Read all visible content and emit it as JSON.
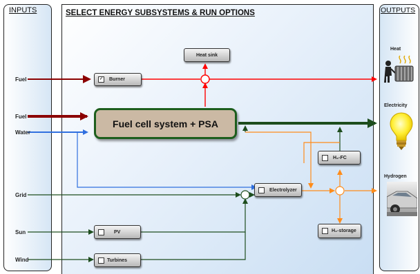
{
  "inputs": {
    "title": "INPUTS",
    "labels": [
      "Fuel",
      "Fuel",
      "Water",
      "Grid",
      "Sun",
      "Wind"
    ]
  },
  "main": {
    "title": "SELECT ENERGY SUBSYSTEMS & RUN OPTIONS",
    "heat_sink": "Heat sink",
    "burner": {
      "label": "Burner",
      "checked": true,
      "mark": "✓"
    },
    "fuel_cell": "Fuel cell system + PSA",
    "h2fc": {
      "label": "H₂-FC",
      "checked": false
    },
    "electrolyzer": {
      "label": "Electrolyzer",
      "checked": false
    },
    "pv": {
      "label": "PV",
      "checked": false
    },
    "turbines": {
      "label": "Turbines",
      "checked": false
    },
    "h2storage": {
      "label": "H₂-storage",
      "checked": false
    }
  },
  "outputs": {
    "title": "OUTPUTS",
    "heat": "Heat",
    "electricity": "Electricity",
    "hydrogen": "Hydrogen"
  },
  "colors": {
    "heat": "#ff0000",
    "fuel_dark": "#8b0000",
    "water": "#2f6fdf",
    "electric": "#1d4d1d",
    "hydrogen": "#ff8c1a"
  },
  "icons": [
    "radiator-icon",
    "light-bulb-icon",
    "car-icon"
  ]
}
